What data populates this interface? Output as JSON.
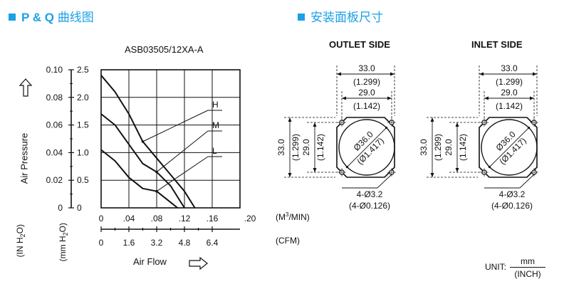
{
  "sections": {
    "pq_title": "P & Q",
    "pq_title_cn": "曲线图",
    "mount_title": "安装面板尺寸"
  },
  "chart": {
    "model": "ASB03505/12XA-A",
    "y_label": "Air Pressure",
    "y_unit_in": "(IN H",
    "y_unit_in_sub": "2",
    "y_unit_in_end": "O)",
    "y_unit_mm": "(mm H",
    "y_unit_mm_sub": "2",
    "y_unit_mm_end": "O)",
    "x_label": "Air Flow",
    "x_unit_m3": "(M",
    "x_unit_m3_sup": "3",
    "x_unit_m3_end": "/MIN)",
    "x_unit_cfm": "(CFM)",
    "y_ticks_inh2o": [
      "0.10",
      "0.08",
      "0.06",
      "0.04",
      "0.02",
      "0"
    ],
    "y_ticks_mmh2o": [
      "2.5",
      "2.0",
      "1.5",
      "1.0",
      "0.5",
      "0"
    ],
    "x_ticks_m3": [
      "0",
      ".04",
      ".08",
      ".12",
      ".16",
      ".20"
    ],
    "x_ticks_cfm": [
      "0",
      "1.6",
      "3.2",
      "4.8",
      "6.4"
    ],
    "curve_labels": [
      "H",
      "M",
      "L"
    ]
  },
  "chart_data": {
    "type": "line",
    "title": "ASB03505/12XA-A",
    "xlabel": "Air Flow",
    "ylabel": "Air Pressure",
    "xlim": [
      0,
      0.2
    ],
    "ylim": [
      0,
      2.5
    ],
    "grid": true,
    "series": [
      {
        "name": "H",
        "x": [
          0,
          0.02,
          0.04,
          0.06,
          0.08,
          0.1,
          0.12,
          0.135
        ],
        "y": [
          2.4,
          2.1,
          1.7,
          1.2,
          0.9,
          0.6,
          0.3,
          0
        ]
      },
      {
        "name": "M",
        "x": [
          0,
          0.02,
          0.04,
          0.06,
          0.08,
          0.1,
          0.12
        ],
        "y": [
          1.7,
          1.5,
          1.15,
          0.8,
          0.65,
          0.4,
          0
        ]
      },
      {
        "name": "L",
        "x": [
          0,
          0.02,
          0.04,
          0.06,
          0.08,
          0.1,
          0.11
        ],
        "y": [
          1.05,
          0.85,
          0.55,
          0.35,
          0.3,
          0.1,
          0
        ]
      }
    ]
  },
  "mount": {
    "outlet_title": "OUTLET SIDE",
    "inlet_title": "INLET SIDE",
    "dim_overall_mm": "33.0",
    "dim_overall_in": "(1.299)",
    "dim_hole_mm": "29.0",
    "dim_hole_in": "(1.142)",
    "dim_dia_mm": "Ø36.0",
    "dim_dia_in": "(Ø1.417)",
    "holes_mm": "4-Ø3.2",
    "holes_in": "(4-Ø0.126)",
    "unit_label": "UNIT:",
    "unit_mm": "mm",
    "unit_inch": "(INCH)"
  }
}
